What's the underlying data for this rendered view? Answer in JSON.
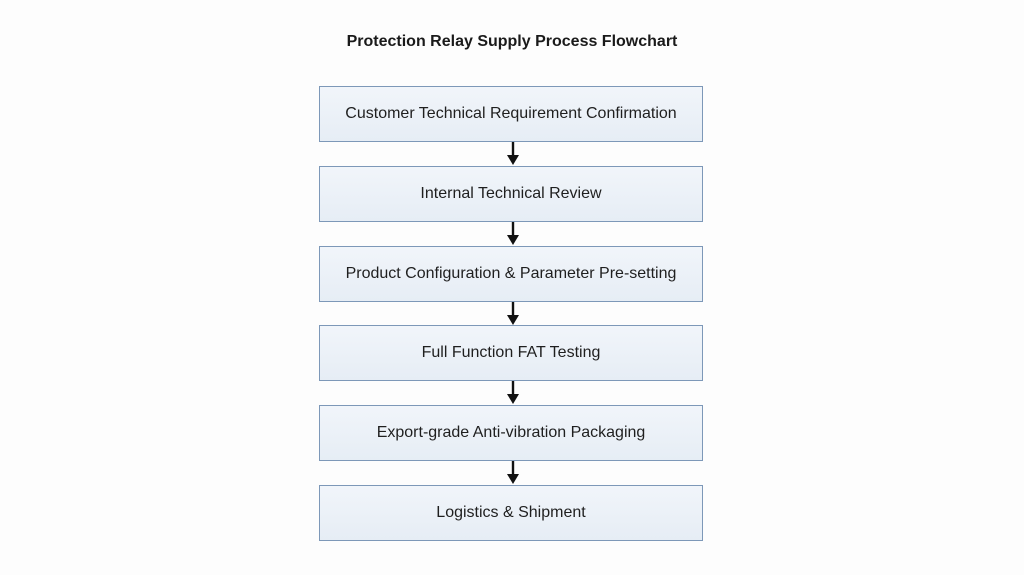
{
  "diagram": {
    "title": "Protection Relay Supply Process Flowchart",
    "steps": [
      "Customer Technical Requirement Confirmation",
      "Internal Technical Review",
      "Product Configuration & Parameter Pre-setting",
      "Full Function FAT Testing",
      "Export-grade Anti-vibration Packaging",
      "Logistics & Shipment"
    ]
  },
  "colors": {
    "box_border": "#7d98b8",
    "box_fill": "#eaf0f7",
    "arrow": "#111111"
  }
}
